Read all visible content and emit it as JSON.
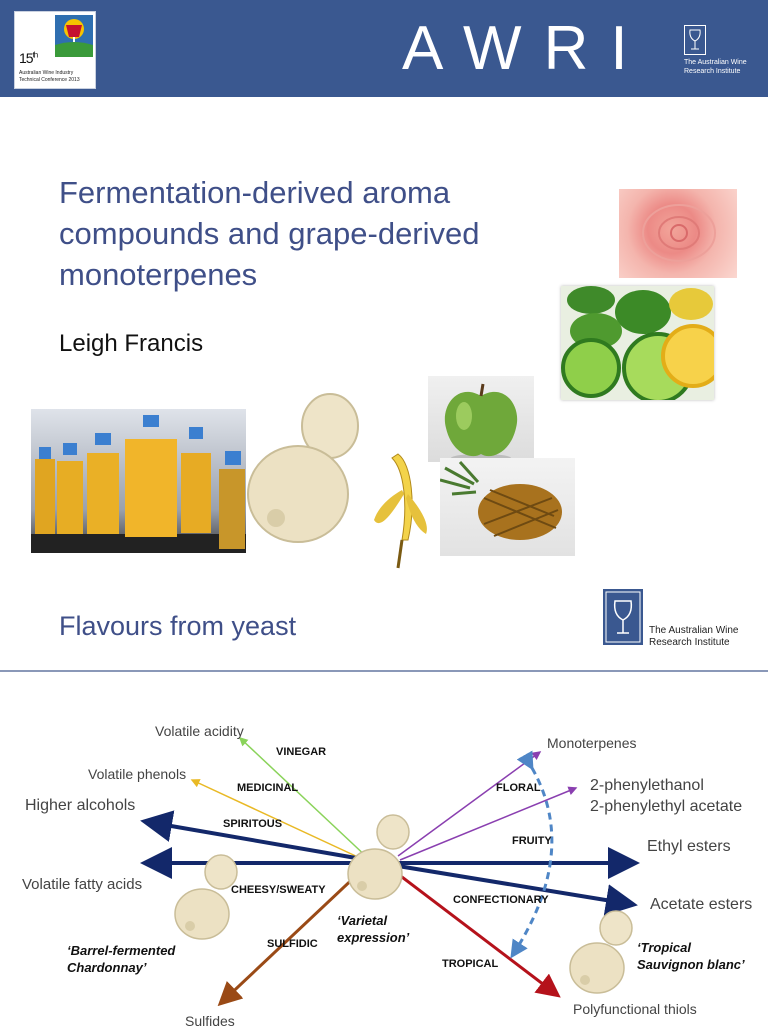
{
  "header": {
    "conference": {
      "number": "15",
      "ordinal_suffix": "th",
      "line1": "Australian Wine Industry",
      "line2": "Technical Conference 2013"
    },
    "brand": "AWRI",
    "brand_sub_line1": "The Australian Wine",
    "brand_sub_line2": "Research Institute"
  },
  "slide1": {
    "title": "Fermentation-derived aroma compounds and grape-derived monoterpenes",
    "author": "Leigh Francis"
  },
  "slide2": {
    "title": "Flavours from yeast",
    "logo_line1": "The Australian Wine",
    "logo_line2": "Research Institute",
    "compounds": {
      "volatile_acidity": "Volatile acidity",
      "volatile_phenols": "Volatile phenols",
      "higher_alcohols": "Higher alcohols",
      "volatile_fatty_acids": "Volatile fatty acids",
      "sulfides": "Sulfides",
      "monoterpenes": "Monoterpenes",
      "phenylethanol": "2-phenylethanol",
      "phenylethyl_acetate": "2-phenylethyl acetate",
      "ethyl_esters": "Ethyl esters",
      "acetate_esters": "Acetate esters",
      "polyfunctional_thiols": "Polyfunctional thiols"
    },
    "descriptors": {
      "vinegar": "VINEGAR",
      "medicinal": "MEDICINAL",
      "spiritous": "SPIRITOUS",
      "cheesy": "CHEESY/SWEATY",
      "sulfidic": "SULFIDIC",
      "floral": "FLORAL",
      "fruity": "FRUITY",
      "confectionary": "CONFECTIONARY",
      "tropical": "TROPICAL"
    },
    "wine_styles": {
      "varietal_line1": "‘Varietal",
      "varietal_line2": "expression’",
      "chardonnay_line1": "‘Barrel-fermented",
      "chardonnay_line2": "Chardonnay’",
      "sauvignon_line1": "‘Tropical",
      "sauvignon_line2": "Sauvignon blanc’"
    }
  },
  "colors": {
    "header_blue": "#3a5890",
    "title_blue": "#3f4f88",
    "arrow_navy": "#13286a",
    "arrow_red": "#b5121b",
    "arrow_brown": "#9a4a16",
    "arrow_purple": "#8a3fb0",
    "arrow_green": "#8ad35a",
    "arrow_yellow": "#e9b925",
    "arrow_dashed_blue": "#4f86c6"
  }
}
